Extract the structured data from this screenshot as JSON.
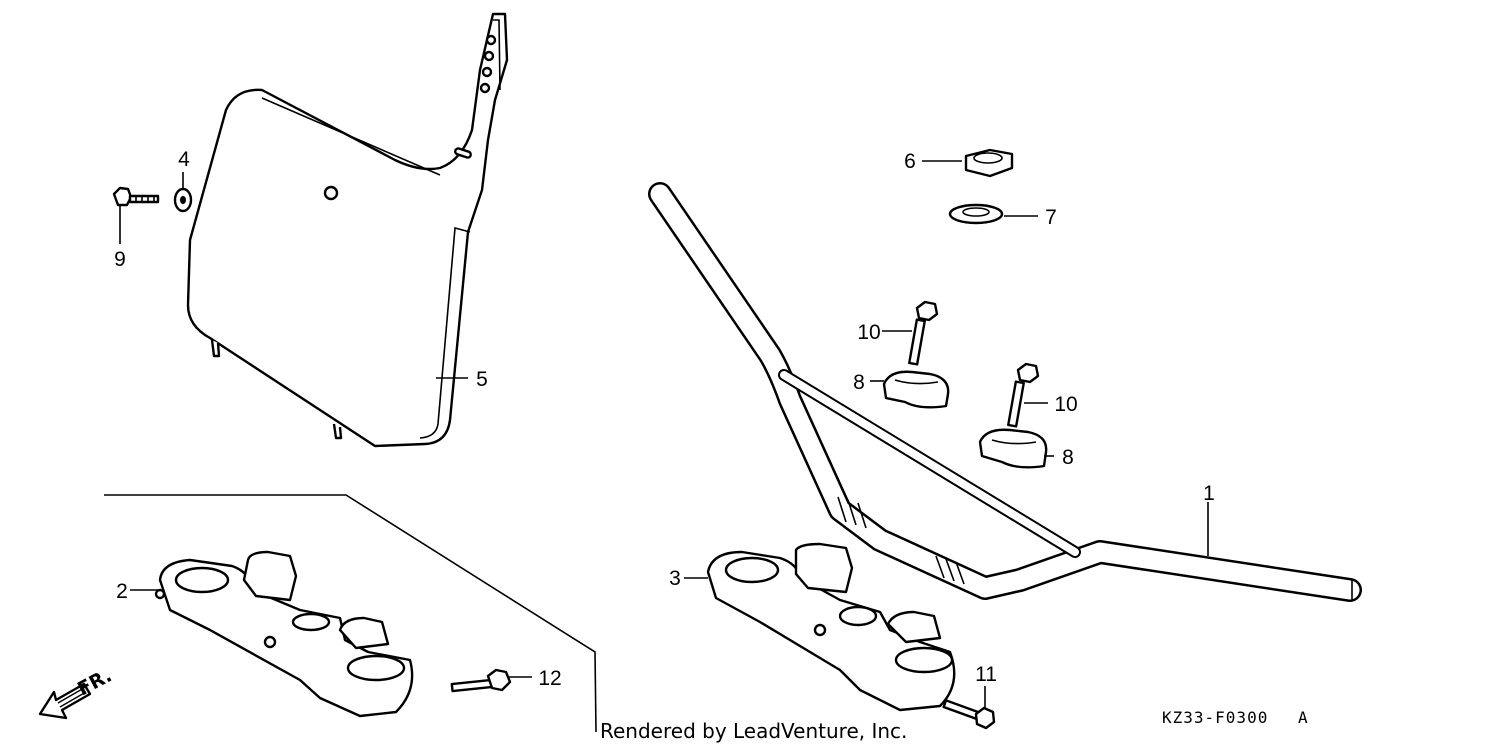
{
  "callouts": [
    {
      "id": "c1",
      "label": "1"
    },
    {
      "id": "c2",
      "label": "2"
    },
    {
      "id": "c3",
      "label": "3"
    },
    {
      "id": "c4",
      "label": "4"
    },
    {
      "id": "c5",
      "label": "5"
    },
    {
      "id": "c6",
      "label": "6"
    },
    {
      "id": "c7",
      "label": "7"
    },
    {
      "id": "c8a",
      "label": "8"
    },
    {
      "id": "c8b",
      "label": "8"
    },
    {
      "id": "c9",
      "label": "9"
    },
    {
      "id": "c10a",
      "label": "10"
    },
    {
      "id": "c10b",
      "label": "10"
    },
    {
      "id": "c11",
      "label": "11"
    },
    {
      "id": "c12",
      "label": "12"
    }
  ],
  "front_indicator": "FR.",
  "diagram_code": "KZ33-F0300",
  "diagram_code_suffix": "A",
  "credit": "Rendered by LeadVenture, Inc."
}
